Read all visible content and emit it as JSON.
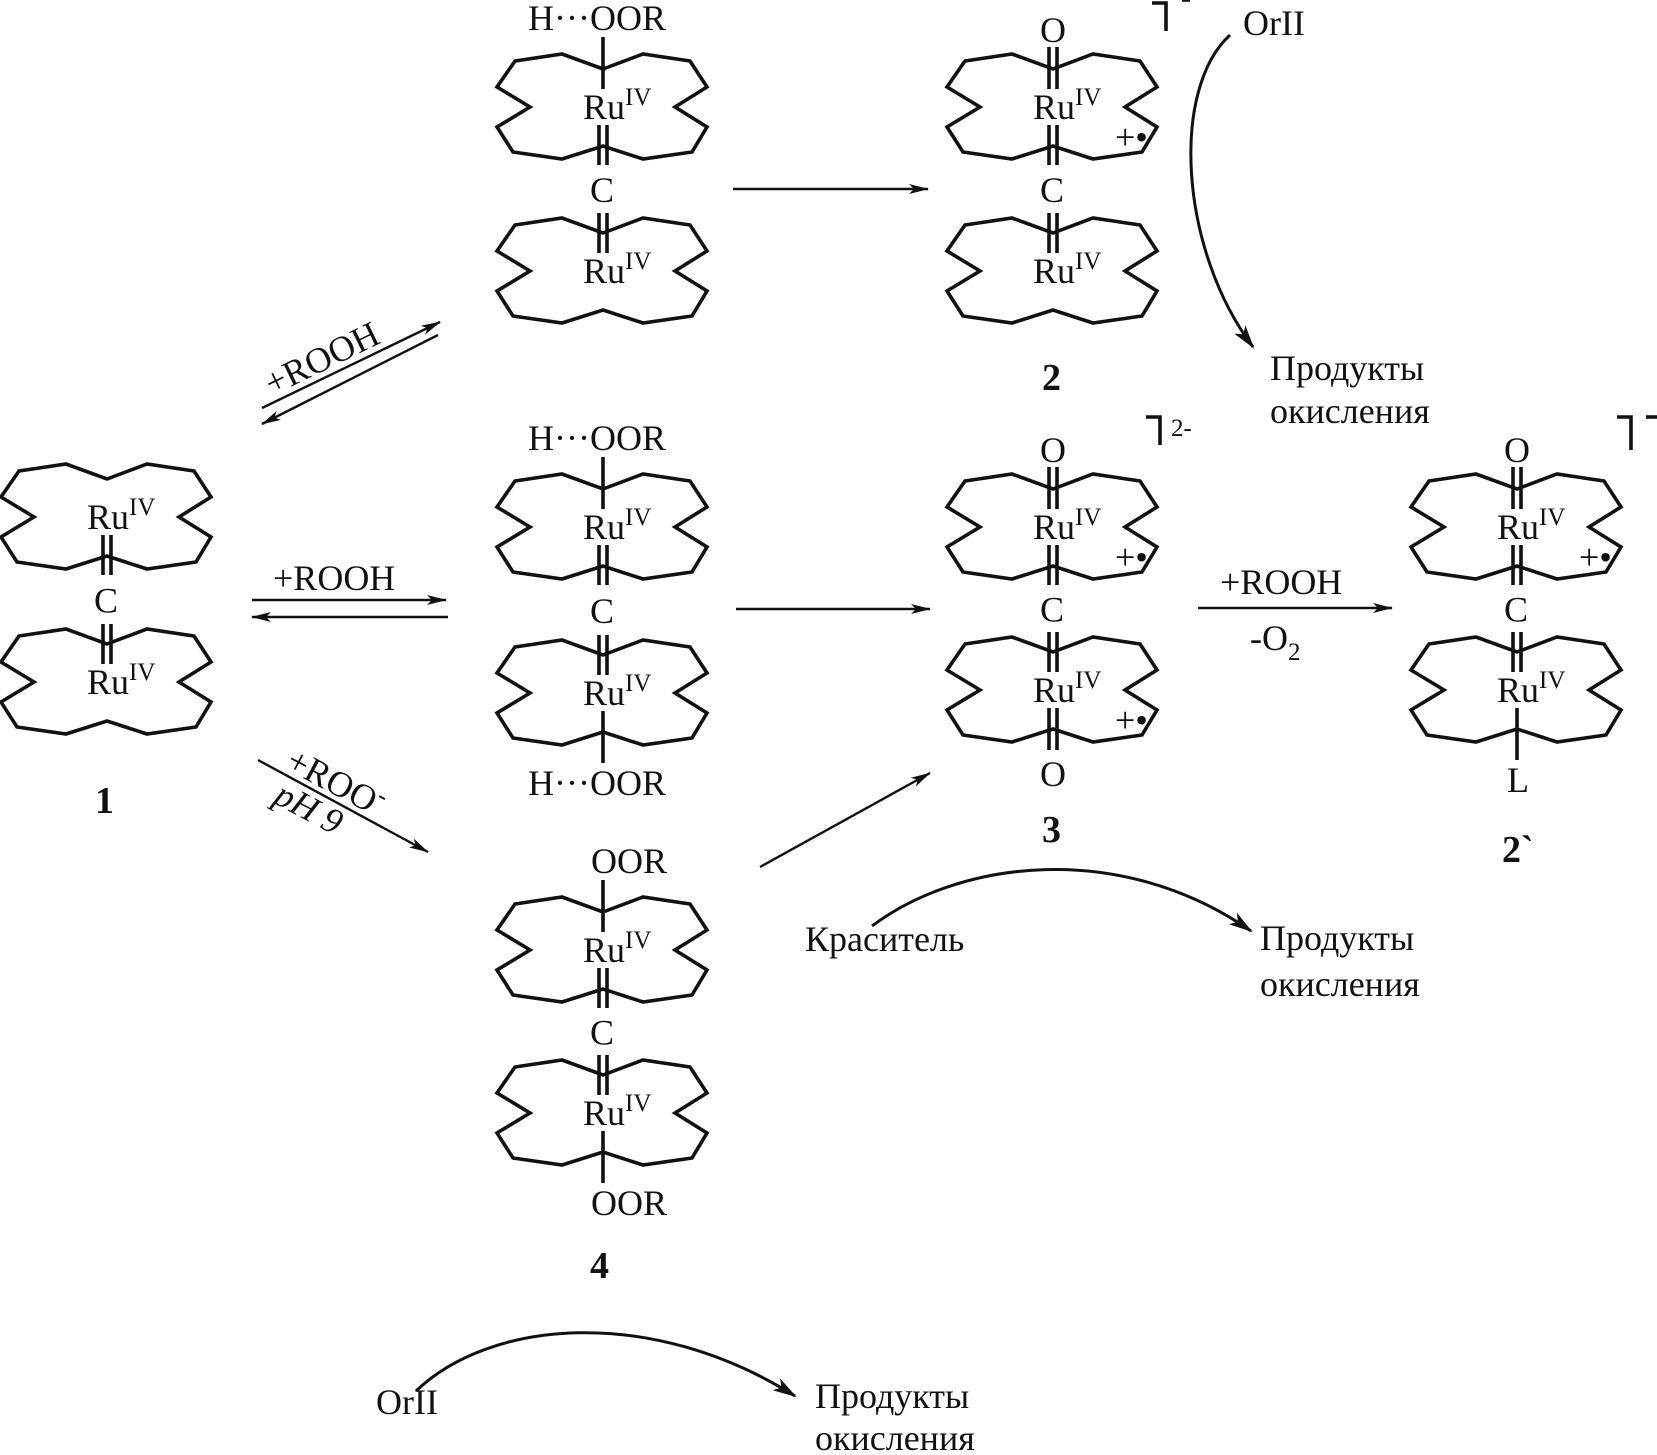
{
  "title": "Scheme of peroxide oxidation of μ-carbido diruthenium phthalocyanine complex",
  "colors": {
    "ink": "#111111",
    "background": "#ffffff"
  },
  "atoms": {
    "ru": "Ru",
    "ru_oxidation": "IV",
    "carbon": "C",
    "oxygen": "O",
    "ligand": "L",
    "h_ooR": "H···OOR",
    "ooR": "OOR",
    "radical_cation": "+•"
  },
  "compounds": [
    {
      "id": "1",
      "label": "1"
    },
    {
      "id": "ROOH-adduct-mono",
      "label": ""
    },
    {
      "id": "2",
      "label": "2",
      "charge": "-"
    },
    {
      "id": "ROOH-adduct-bis",
      "label": ""
    },
    {
      "id": "3",
      "label": "3",
      "charge": "2-"
    },
    {
      "id": "2prime",
      "label": "2`",
      "charge": "-"
    },
    {
      "id": "4",
      "label": "4"
    }
  ],
  "reactions": {
    "r1_top": {
      "reagent": "+ROOH",
      "reversible": true
    },
    "r1_mid": {
      "reagent": "+ROOH",
      "reversible": true
    },
    "r1_bottom": {
      "reagent": "+ROO",
      "reagent_sup": "-",
      "condition": "pH 9"
    },
    "r3_to_2prime": {
      "reagent": "+ROOH",
      "byproduct": "-O",
      "byproduct_sub": "2"
    }
  },
  "side_reactions": [
    {
      "substrate": "OrII",
      "product_line1": "Продукты",
      "product_line2": "окисления"
    },
    {
      "substrate": "Краситель",
      "product_line1": "Продукты",
      "product_line2": "окисления"
    },
    {
      "substrate": "OrII",
      "product_line1": "Продукты",
      "product_line2": "окисления"
    }
  ]
}
